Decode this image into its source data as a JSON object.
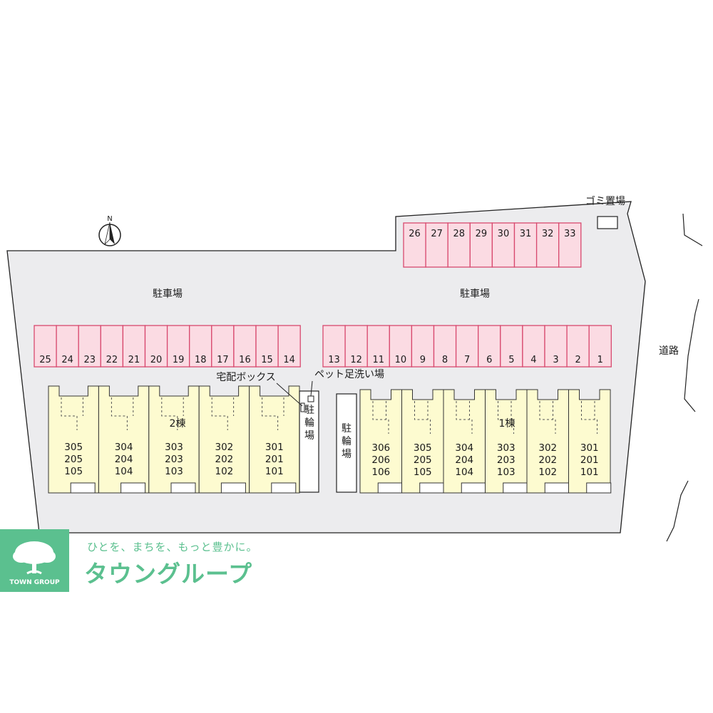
{
  "labels": {
    "north": "N",
    "parking_left": "駐車場",
    "parking_right": "駐車場",
    "garbage": "ゴミ置場",
    "road": "道路",
    "delivery_box": "宅配ボックス",
    "pet_wash": "ペット足洗い場",
    "bike_parking_1": "駐輪場",
    "bike_parking_2": "駐輪場",
    "building_2": "2棟",
    "building_1": "1棟"
  },
  "parking": {
    "top_row": [
      "26",
      "27",
      "28",
      "29",
      "30",
      "31",
      "32",
      "33"
    ],
    "left_row": [
      "25",
      "24",
      "23",
      "22",
      "21",
      "20",
      "19",
      "18",
      "17",
      "16",
      "15",
      "14"
    ],
    "right_row": [
      "13",
      "12",
      "11",
      "10",
      "9",
      "8",
      "7",
      "6",
      "5",
      "4",
      "3",
      "2",
      "1"
    ]
  },
  "building2_units": [
    {
      "floors": [
        "305",
        "205",
        "105"
      ]
    },
    {
      "floors": [
        "304",
        "204",
        "104"
      ]
    },
    {
      "floors": [
        "303",
        "203",
        "103"
      ]
    },
    {
      "floors": [
        "302",
        "202",
        "102"
      ]
    },
    {
      "floors": [
        "301",
        "201",
        "101"
      ]
    }
  ],
  "building1_units": [
    {
      "floors": [
        "306",
        "206",
        "106"
      ]
    },
    {
      "floors": [
        "305",
        "205",
        "105"
      ]
    },
    {
      "floors": [
        "304",
        "204",
        "104"
      ]
    },
    {
      "floors": [
        "303",
        "203",
        "103"
      ]
    },
    {
      "floors": [
        "302",
        "202",
        "102"
      ]
    },
    {
      "floors": [
        "301",
        "201",
        "101"
      ]
    }
  ],
  "brand": {
    "tagline": "ひとを、まちを、もっと豊かに。",
    "name": "タウングループ",
    "logo_text": "TOWN GROUP",
    "color": "#5bc08f"
  },
  "colors": {
    "lot": "#ececee",
    "parking_fill": "#fbdbe3",
    "parking_stroke": "#d8496e",
    "building_fill": "#fdfbd0"
  }
}
